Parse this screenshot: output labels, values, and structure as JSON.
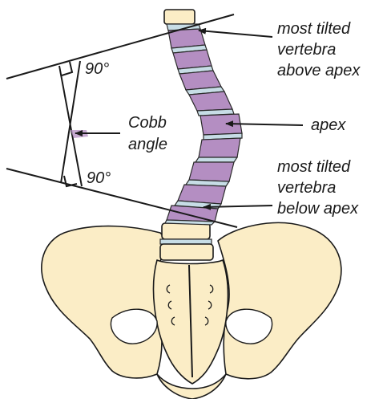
{
  "labels": {
    "most_tilted_above": [
      "most tilted",
      "vertebra",
      "above apex"
    ],
    "apex": "apex",
    "cobb": [
      "Cobb",
      "angle"
    ],
    "most_tilted_below": [
      "most tilted",
      "vertebra",
      "below apex"
    ],
    "angle_top": "90°",
    "angle_bottom": "90°"
  },
  "colors": {
    "vertebra": "#b48ec2",
    "disc": "#c7dde6",
    "bone": "#fbedc6",
    "line": "#1a1a1a"
  }
}
